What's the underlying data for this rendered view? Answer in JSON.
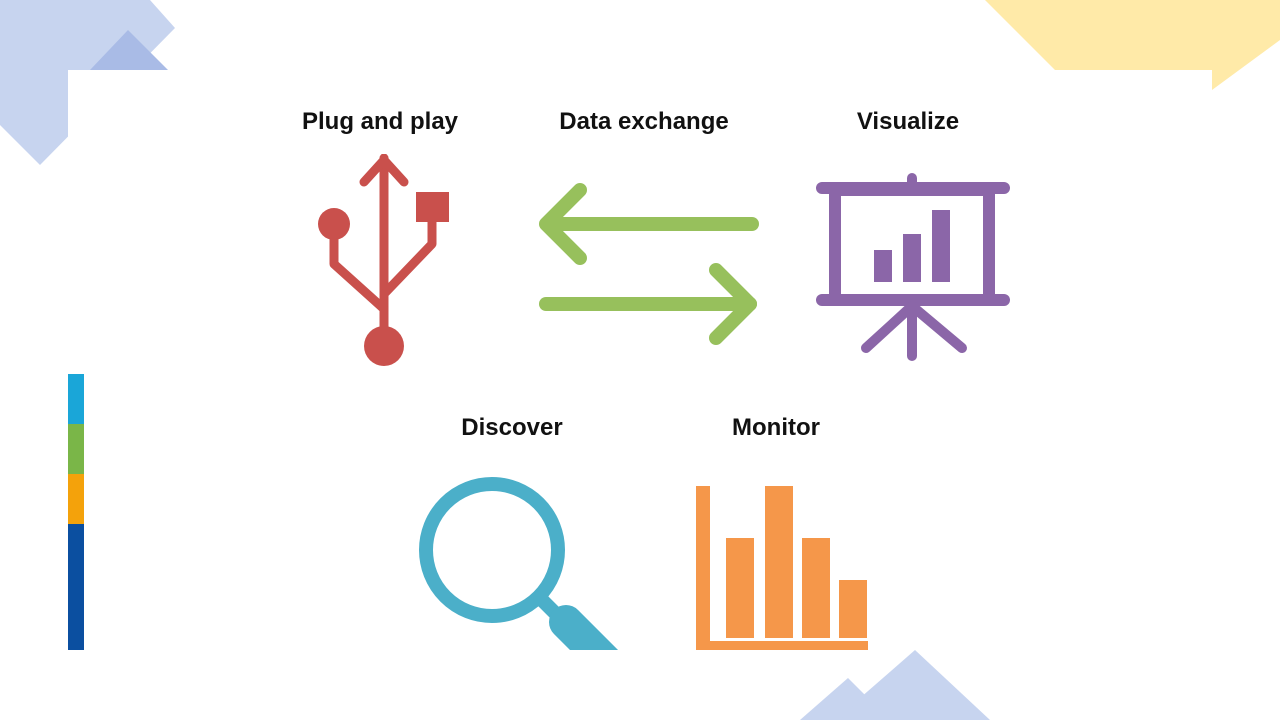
{
  "items": [
    {
      "id": "plug-and-play",
      "label": "Plug and play",
      "icon": "usb-icon",
      "color": "#c9504c"
    },
    {
      "id": "data-exchange",
      "label": "Data exchange",
      "icon": "exchange-arrows-icon",
      "color": "#97c05c"
    },
    {
      "id": "visualize",
      "label": "Visualize",
      "icon": "presentation-board-icon",
      "color": "#8b66a8"
    },
    {
      "id": "discover",
      "label": "Discover",
      "icon": "magnifier-icon",
      "color": "#4bafc9"
    },
    {
      "id": "monitor",
      "label": "Monitor",
      "icon": "bar-chart-icon",
      "color": "#f5974a"
    }
  ],
  "side_bar_colors": [
    "#1aa6d8",
    "#7ab648",
    "#f4a20b",
    "#0b4fa0"
  ],
  "decor_colors": {
    "blue": "#c7d4ef",
    "blue_dark": "#a9bbe6",
    "yellow": "#ffeaa8"
  }
}
